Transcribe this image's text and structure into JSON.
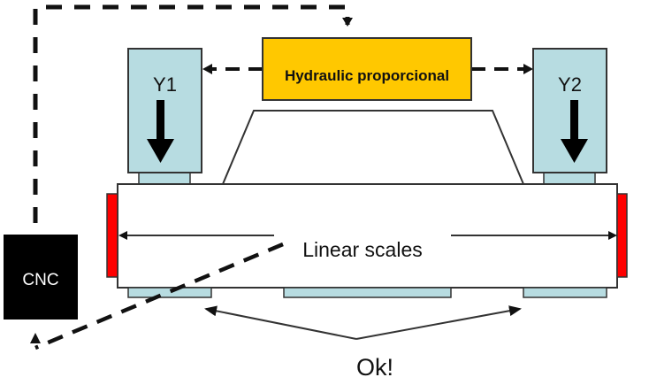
{
  "diagram": {
    "type": "press-brake-control-schematic",
    "components": {
      "cnc": {
        "label": "CNC"
      },
      "valve": {
        "label": "Hydraulic proporcional"
      },
      "cylinder_left": {
        "label": "Y1"
      },
      "cylinder_right": {
        "label": "Y2"
      },
      "scales": {
        "label": "Linear scales"
      },
      "ok": {
        "label": "Ok!"
      }
    },
    "colors": {
      "cylinder_fill": "#b7dce1",
      "valve_fill": "#ffc800",
      "scale_fill": "#ff0000",
      "cnc_fill": "#000000",
      "cnc_text": "#ffffff",
      "line": "#111111",
      "bed_fill": "#ffffff"
    },
    "connections": [
      {
        "from": "cnc",
        "to": "valve",
        "style": "dashed"
      },
      {
        "from": "valve",
        "to": "cylinder_left",
        "style": "dashed"
      },
      {
        "from": "valve",
        "to": "cylinder_right",
        "style": "dashed"
      },
      {
        "from": "scales",
        "to": "cnc",
        "style": "dashed"
      },
      {
        "from": "scales",
        "to": "scale_left",
        "style": "solid"
      },
      {
        "from": "scales",
        "to": "scale_right",
        "style": "solid"
      },
      {
        "from": "ok",
        "to": "pad_left",
        "style": "solid"
      },
      {
        "from": "ok",
        "to": "pad_right",
        "style": "solid"
      }
    ]
  }
}
